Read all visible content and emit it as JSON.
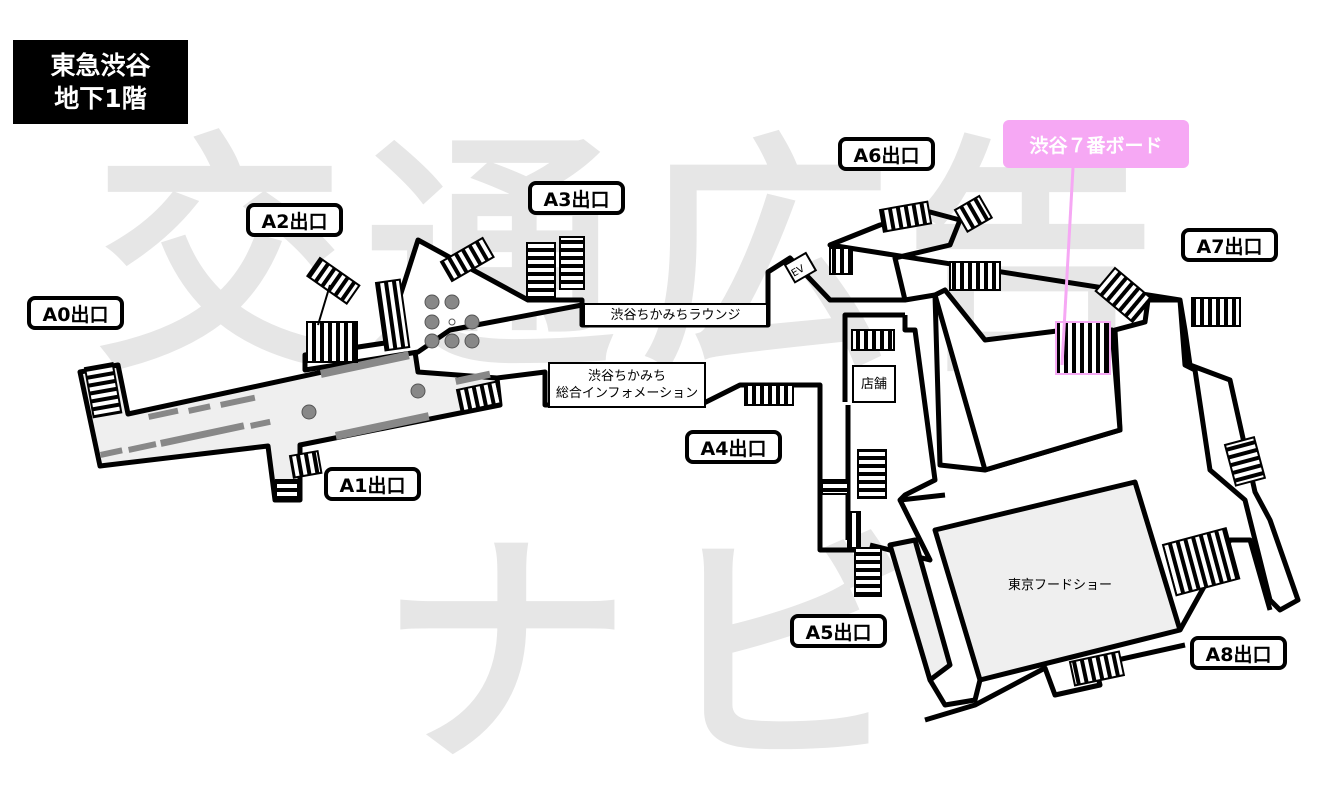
{
  "map": {
    "title_line1": "東急渋谷",
    "title_line2": "地下1階",
    "watermark": [
      "交",
      "通",
      "広",
      "告",
      "ナ",
      "ビ"
    ],
    "board_label": "渋谷７番ボード",
    "exits": [
      "A0出口",
      "A1出口",
      "A2出口",
      "A3出口",
      "A4出口",
      "A5出口",
      "A6出口",
      "A7出口",
      "A8出口"
    ],
    "areas": {
      "lounge": "渋谷ちかみちラウンジ",
      "info_line1": "渋谷ちかみち",
      "info_line2": "総合インフォメーション",
      "shop": "店舗",
      "food_show": "東京フードショー",
      "elevator": "EV"
    },
    "colors": {
      "board": "#f6a8f4",
      "corridor": "#efefef",
      "watermark": "#e6e6e6"
    }
  }
}
